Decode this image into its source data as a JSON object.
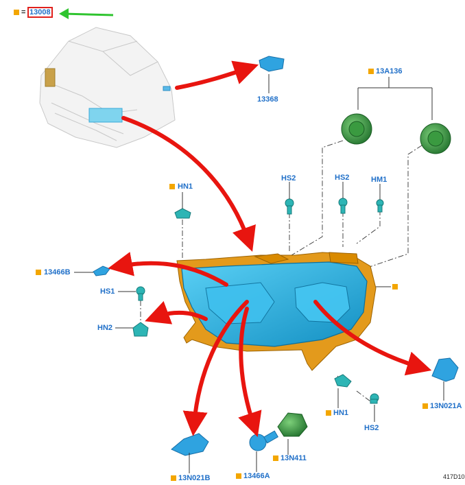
{
  "header": {
    "equals": "=",
    "part_number": "13008"
  },
  "labels": {
    "p13368": "13368",
    "p13A136": "13A136",
    "hs2_top_left": "HS2",
    "hs2_top_right": "HS2",
    "hm1": "HM1",
    "hn1_top": "HN1",
    "p13466B": "13466B",
    "hs1": "HS1",
    "hn2": "HN2",
    "p13N021A": "13N021A",
    "hn1_bottom": "HN1",
    "hs2_bottom": "HS2",
    "p13N411": "13N411",
    "p13N021B": "13N021B",
    "p13466A": "13466A"
  },
  "figure_id": "417D10",
  "colors": {
    "label_blue": "#1f6fc8",
    "marker_orange": "#f3a600",
    "arrow_red": "#e8150f",
    "arrow_green": "#2fc42f",
    "housing_orange": "#d98a00",
    "lens_cyan": "#27b6e6",
    "socket_green": "#2e8b3a"
  }
}
